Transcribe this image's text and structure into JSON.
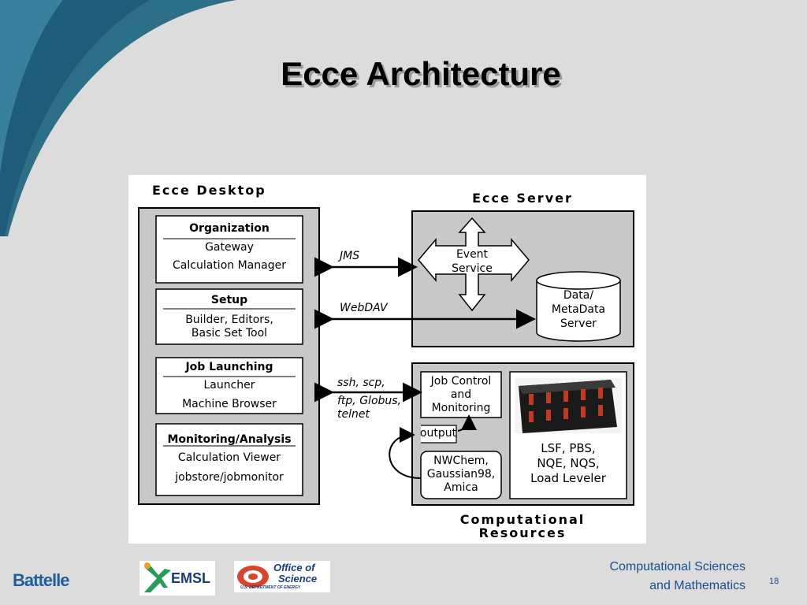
{
  "slide": {
    "title": "Ecce Architecture",
    "page_number": "18"
  },
  "diagram": {
    "desktop": {
      "title": "Ecce Desktop",
      "modules": [
        {
          "heading": "Organization",
          "lines": [
            "Gateway",
            "Calculation Manager"
          ]
        },
        {
          "heading": "Setup",
          "lines": [
            "Builder, Editors,",
            "Basic Set Tool"
          ]
        },
        {
          "heading": "Job Launching",
          "lines": [
            "Launcher",
            "Machine Browser"
          ]
        },
        {
          "heading": "Monitoring/Analysis",
          "lines": [
            "Calculation Viewer",
            "jobstore/jobmonitor"
          ]
        }
      ]
    },
    "server": {
      "title": "Ecce Server",
      "event_service": [
        "Event",
        "Service"
      ],
      "data_server": [
        "Data/",
        "MetaData",
        "Server"
      ]
    },
    "connections": {
      "jms": "JMS",
      "webdav": "WebDAV",
      "ssh": [
        "ssh, scp,",
        "ftp, Globus,",
        "telnet"
      ]
    },
    "resources": {
      "title": [
        "Computational",
        "Resources"
      ],
      "job_control": [
        "Job Control",
        "and",
        "Monitoring"
      ],
      "output": "output",
      "codes": [
        "NWChem,",
        "Gaussian98,",
        "Amica"
      ],
      "queues": [
        "LSF, PBS,",
        "NQE, NQS,",
        "Load Leveler"
      ]
    }
  },
  "footer": {
    "battelle": "Battelle",
    "emsl": "EMSL",
    "office_of_science": [
      "Office of",
      "Science",
      "U.S. DEPARTMENT OF ENERGY"
    ],
    "csm": [
      "Computational Sciences",
      "and Mathematics"
    ]
  },
  "colors": {
    "swoosh_blue": "#1f6688",
    "swoosh_teal": "#4a8aa0",
    "footer_blue": "#1a4f8f",
    "emsl_green": "#2a9a5a"
  }
}
